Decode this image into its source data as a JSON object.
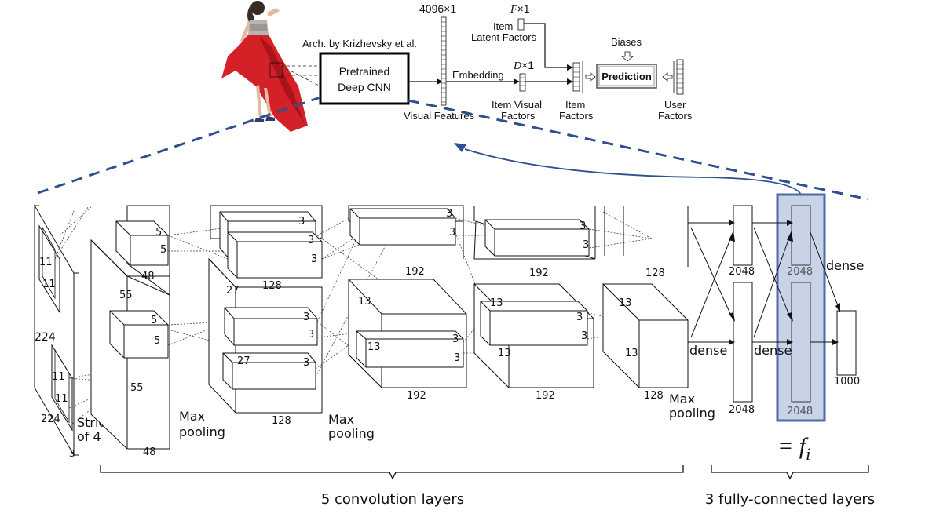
{
  "top_pipeline": {
    "arch_label": "Arch. by Krizhevsky et al.",
    "cnn_label_line1": "Pretrained",
    "cnn_label_line2": "Deep CNN",
    "visual_dim": "4096×1",
    "visual_features": "Visual Features",
    "embedding": "Embedding",
    "f_dim": "F×1",
    "item_latent_line1": "Item",
    "item_latent_line2": "Latent Factors",
    "d_dim": "D×1",
    "item_visual_line1": "Item Visual",
    "item_visual_line2": "Factors",
    "item_factors_line1": "Item",
    "item_factors_line2": "Factors",
    "biases": "Biases",
    "prediction": "Prediction",
    "user_factors_line1": "User",
    "user_factors_line2": "Factors"
  },
  "alexnet": {
    "input_labels": [
      "224",
      "224",
      "3",
      "11",
      "11",
      "11",
      "11"
    ],
    "stride_line1": "Stride",
    "stride_line2": "of 4",
    "conv1": [
      "5",
      "5",
      "5",
      "5",
      "48",
      "55",
      "55",
      "48"
    ],
    "conv2": [
      "3",
      "3",
      "3",
      "3",
      "3",
      "3",
      "128",
      "27",
      "27",
      "128"
    ],
    "conv3": [
      "3",
      "3",
      "3",
      "3",
      "192",
      "13",
      "13",
      "192"
    ],
    "conv4": [
      "3",
      "3",
      "3",
      "3",
      "192",
      "13",
      "13",
      "192"
    ],
    "conv5": [
      "128",
      "13",
      "13",
      "128"
    ],
    "max_pooling": [
      "Max",
      "pooling"
    ],
    "fc_dims": [
      "2048",
      "2048",
      "2048",
      "2048",
      "1000"
    ],
    "dense": "dense"
  },
  "annotations": {
    "fi_label": "= f",
    "fi_sub": "i",
    "conv_brace": "5 convolution layers",
    "fc_brace": "3 fully-connected layers"
  },
  "colors": {
    "dress_red": "#d42027",
    "highlight_fill": "#c9d3e8",
    "highlight_stroke": "#4f6aa6",
    "dash_line": "#2f4f8f"
  }
}
